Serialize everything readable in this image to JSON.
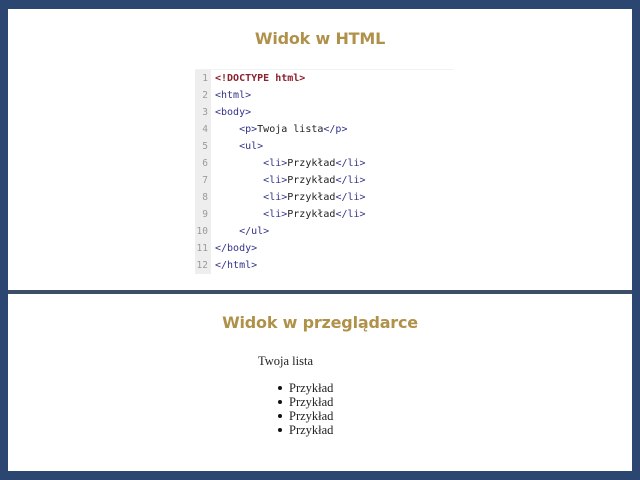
{
  "colors": {
    "frame": "#2b4670",
    "title": "#b0914a",
    "tag": "#33338a",
    "doctype": "#8b2230",
    "gutter_bg": "#eeeeee",
    "gutter_text": "#9a9a9a"
  },
  "top_panel": {
    "title": "Widok w HTML",
    "code_lines": [
      {
        "num": "1",
        "indent": "",
        "parts": [
          {
            "cls": "doctype",
            "text": "<!DOCTYPE html>"
          }
        ]
      },
      {
        "num": "2",
        "indent": "",
        "parts": [
          {
            "cls": "tag",
            "text": "<html>"
          }
        ]
      },
      {
        "num": "3",
        "indent": "",
        "parts": [
          {
            "cls": "tag",
            "text": "<body>"
          }
        ]
      },
      {
        "num": "4",
        "indent": "    ",
        "parts": [
          {
            "cls": "tag",
            "text": "<p>"
          },
          {
            "cls": "text",
            "text": "Twoja lista"
          },
          {
            "cls": "tag",
            "text": "</p>"
          }
        ]
      },
      {
        "num": "5",
        "indent": "    ",
        "parts": [
          {
            "cls": "tag",
            "text": "<ul>"
          }
        ]
      },
      {
        "num": "6",
        "indent": "        ",
        "parts": [
          {
            "cls": "tag",
            "text": "<li>"
          },
          {
            "cls": "text",
            "text": "Przykład"
          },
          {
            "cls": "tag",
            "text": "</li>"
          }
        ]
      },
      {
        "num": "7",
        "indent": "        ",
        "parts": [
          {
            "cls": "tag",
            "text": "<li>"
          },
          {
            "cls": "text",
            "text": "Przykład"
          },
          {
            "cls": "tag",
            "text": "</li>"
          }
        ]
      },
      {
        "num": "8",
        "indent": "        ",
        "parts": [
          {
            "cls": "tag",
            "text": "<li>"
          },
          {
            "cls": "text",
            "text": "Przykład"
          },
          {
            "cls": "tag",
            "text": "</li>"
          }
        ]
      },
      {
        "num": "9",
        "indent": "        ",
        "parts": [
          {
            "cls": "tag",
            "text": "<li>"
          },
          {
            "cls": "text",
            "text": "Przykład"
          },
          {
            "cls": "tag",
            "text": "</li>"
          }
        ]
      },
      {
        "num": "10",
        "indent": "    ",
        "parts": [
          {
            "cls": "tag",
            "text": "</ul>"
          }
        ]
      },
      {
        "num": "11",
        "indent": "",
        "parts": [
          {
            "cls": "tag",
            "text": "</body>"
          }
        ]
      },
      {
        "num": "12",
        "indent": "",
        "parts": [
          {
            "cls": "tag",
            "text": "</html>"
          }
        ]
      }
    ]
  },
  "bottom_panel": {
    "title": "Widok w przeglądarce",
    "paragraph": "Twoja lista",
    "list_items": [
      "Przykład",
      "Przykład",
      "Przykład",
      "Przykład"
    ]
  }
}
